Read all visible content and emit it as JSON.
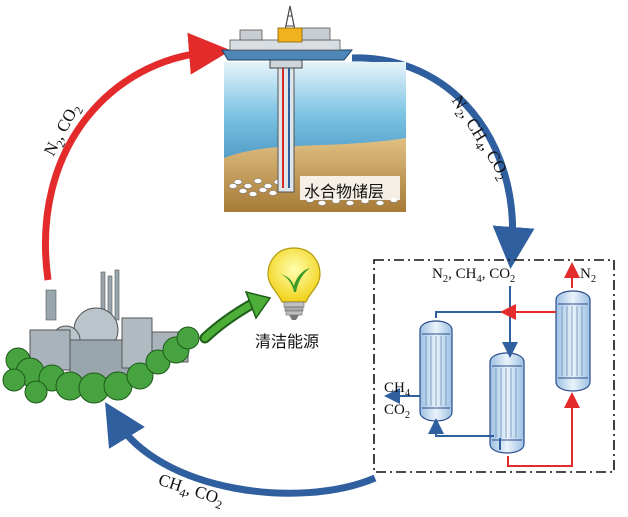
{
  "labels": {
    "arc_left": "N2, CO2",
    "arc_right": "N2, CH4, CO2",
    "arc_bottom": "CH4, CO2",
    "box_input": "N2, CH4, CO2",
    "box_output_top": "N2",
    "box_output_ch4": "CH4",
    "box_output_co2": "CO2",
    "hydrate_layer": "水合物储层",
    "clean_energy": "清洁能源"
  },
  "colors": {
    "red_arrow": "#e32b2b",
    "blue_arrow": "#2f5f9e",
    "green_arrow": "#3a8a2a",
    "sea_top": "#bfe3f2",
    "sea_bottom": "#2f8fc0",
    "seabed": "#caa15a",
    "hydrate_dots": "#ffffff",
    "column_fill": "#cfe0f0",
    "column_stroke": "#2a4a8a",
    "plant_green": "#3f9a3a",
    "plant_gray": "#8e9aa3"
  }
}
